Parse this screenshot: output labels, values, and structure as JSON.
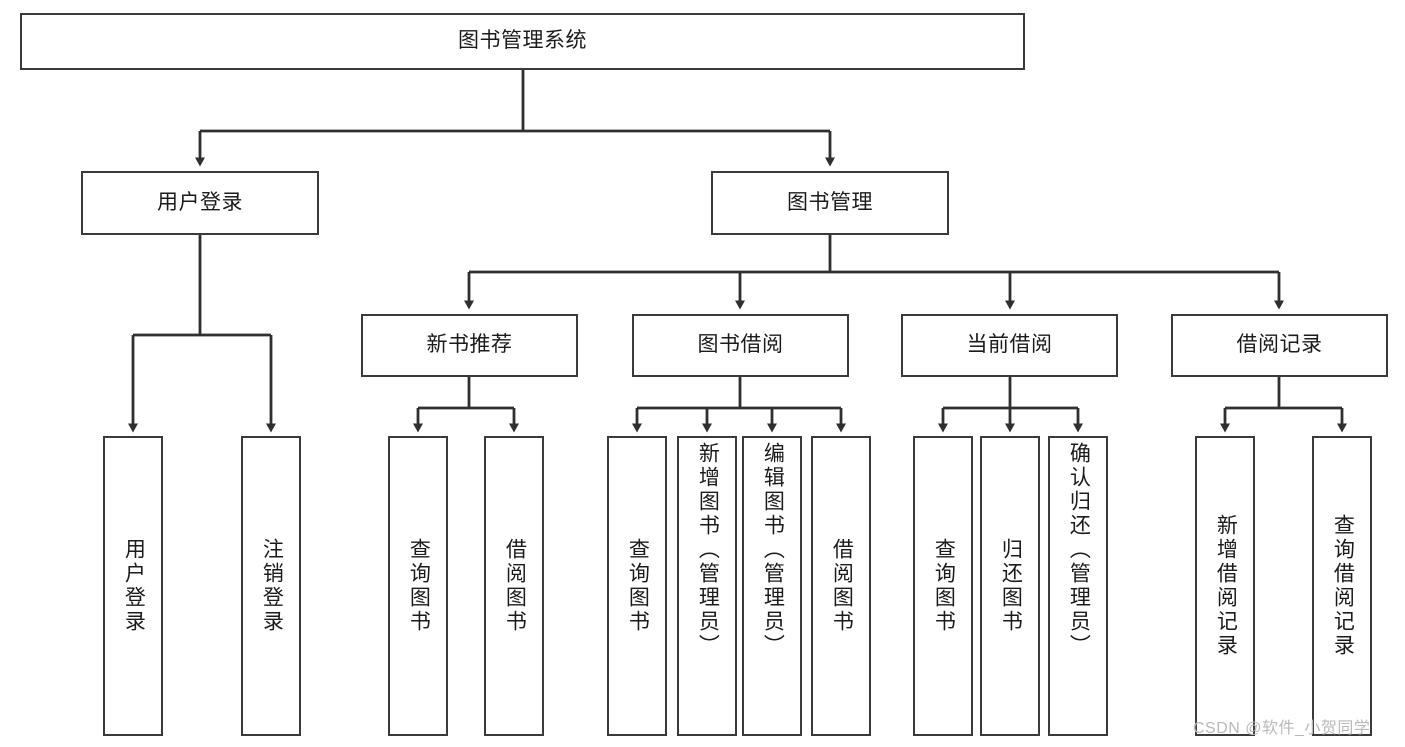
{
  "diagram": {
    "type": "tree-hierarchy",
    "title": "图书管理系统",
    "watermark": "CSDN @软件_小贺同学",
    "colors": {
      "box_border": "#3a3a3a",
      "box_fill": "#ffffff",
      "connector": "#2f2f2f",
      "text": "#1b1b1b",
      "watermark": "#b9b9b9"
    },
    "root": {
      "label": "图书管理系统"
    },
    "level2": [
      {
        "label": "用户登录"
      },
      {
        "label": "图书管理"
      }
    ],
    "level3": [
      {
        "label": "新书推荐"
      },
      {
        "label": "图书借阅"
      },
      {
        "label": "当前借阅"
      },
      {
        "label": "借阅记录"
      }
    ],
    "leaves": {
      "user_login": [
        {
          "label": "用户登录"
        },
        {
          "label": "注销登录"
        }
      ],
      "new_book_recommend": [
        {
          "label": "查询图书"
        },
        {
          "label": "借阅图书"
        }
      ],
      "book_borrow": [
        {
          "label": "查询图书"
        },
        {
          "label": "新增图书（管理员）"
        },
        {
          "label": "编辑图书（管理员）"
        },
        {
          "label": "借阅图书"
        }
      ],
      "current_borrow": [
        {
          "label": "查询图书"
        },
        {
          "label": "归还图书"
        },
        {
          "label": "确认归还（管理员）"
        }
      ],
      "borrow_record": [
        {
          "label": "新增借阅记录"
        },
        {
          "label": "查询借阅记录"
        }
      ]
    }
  }
}
